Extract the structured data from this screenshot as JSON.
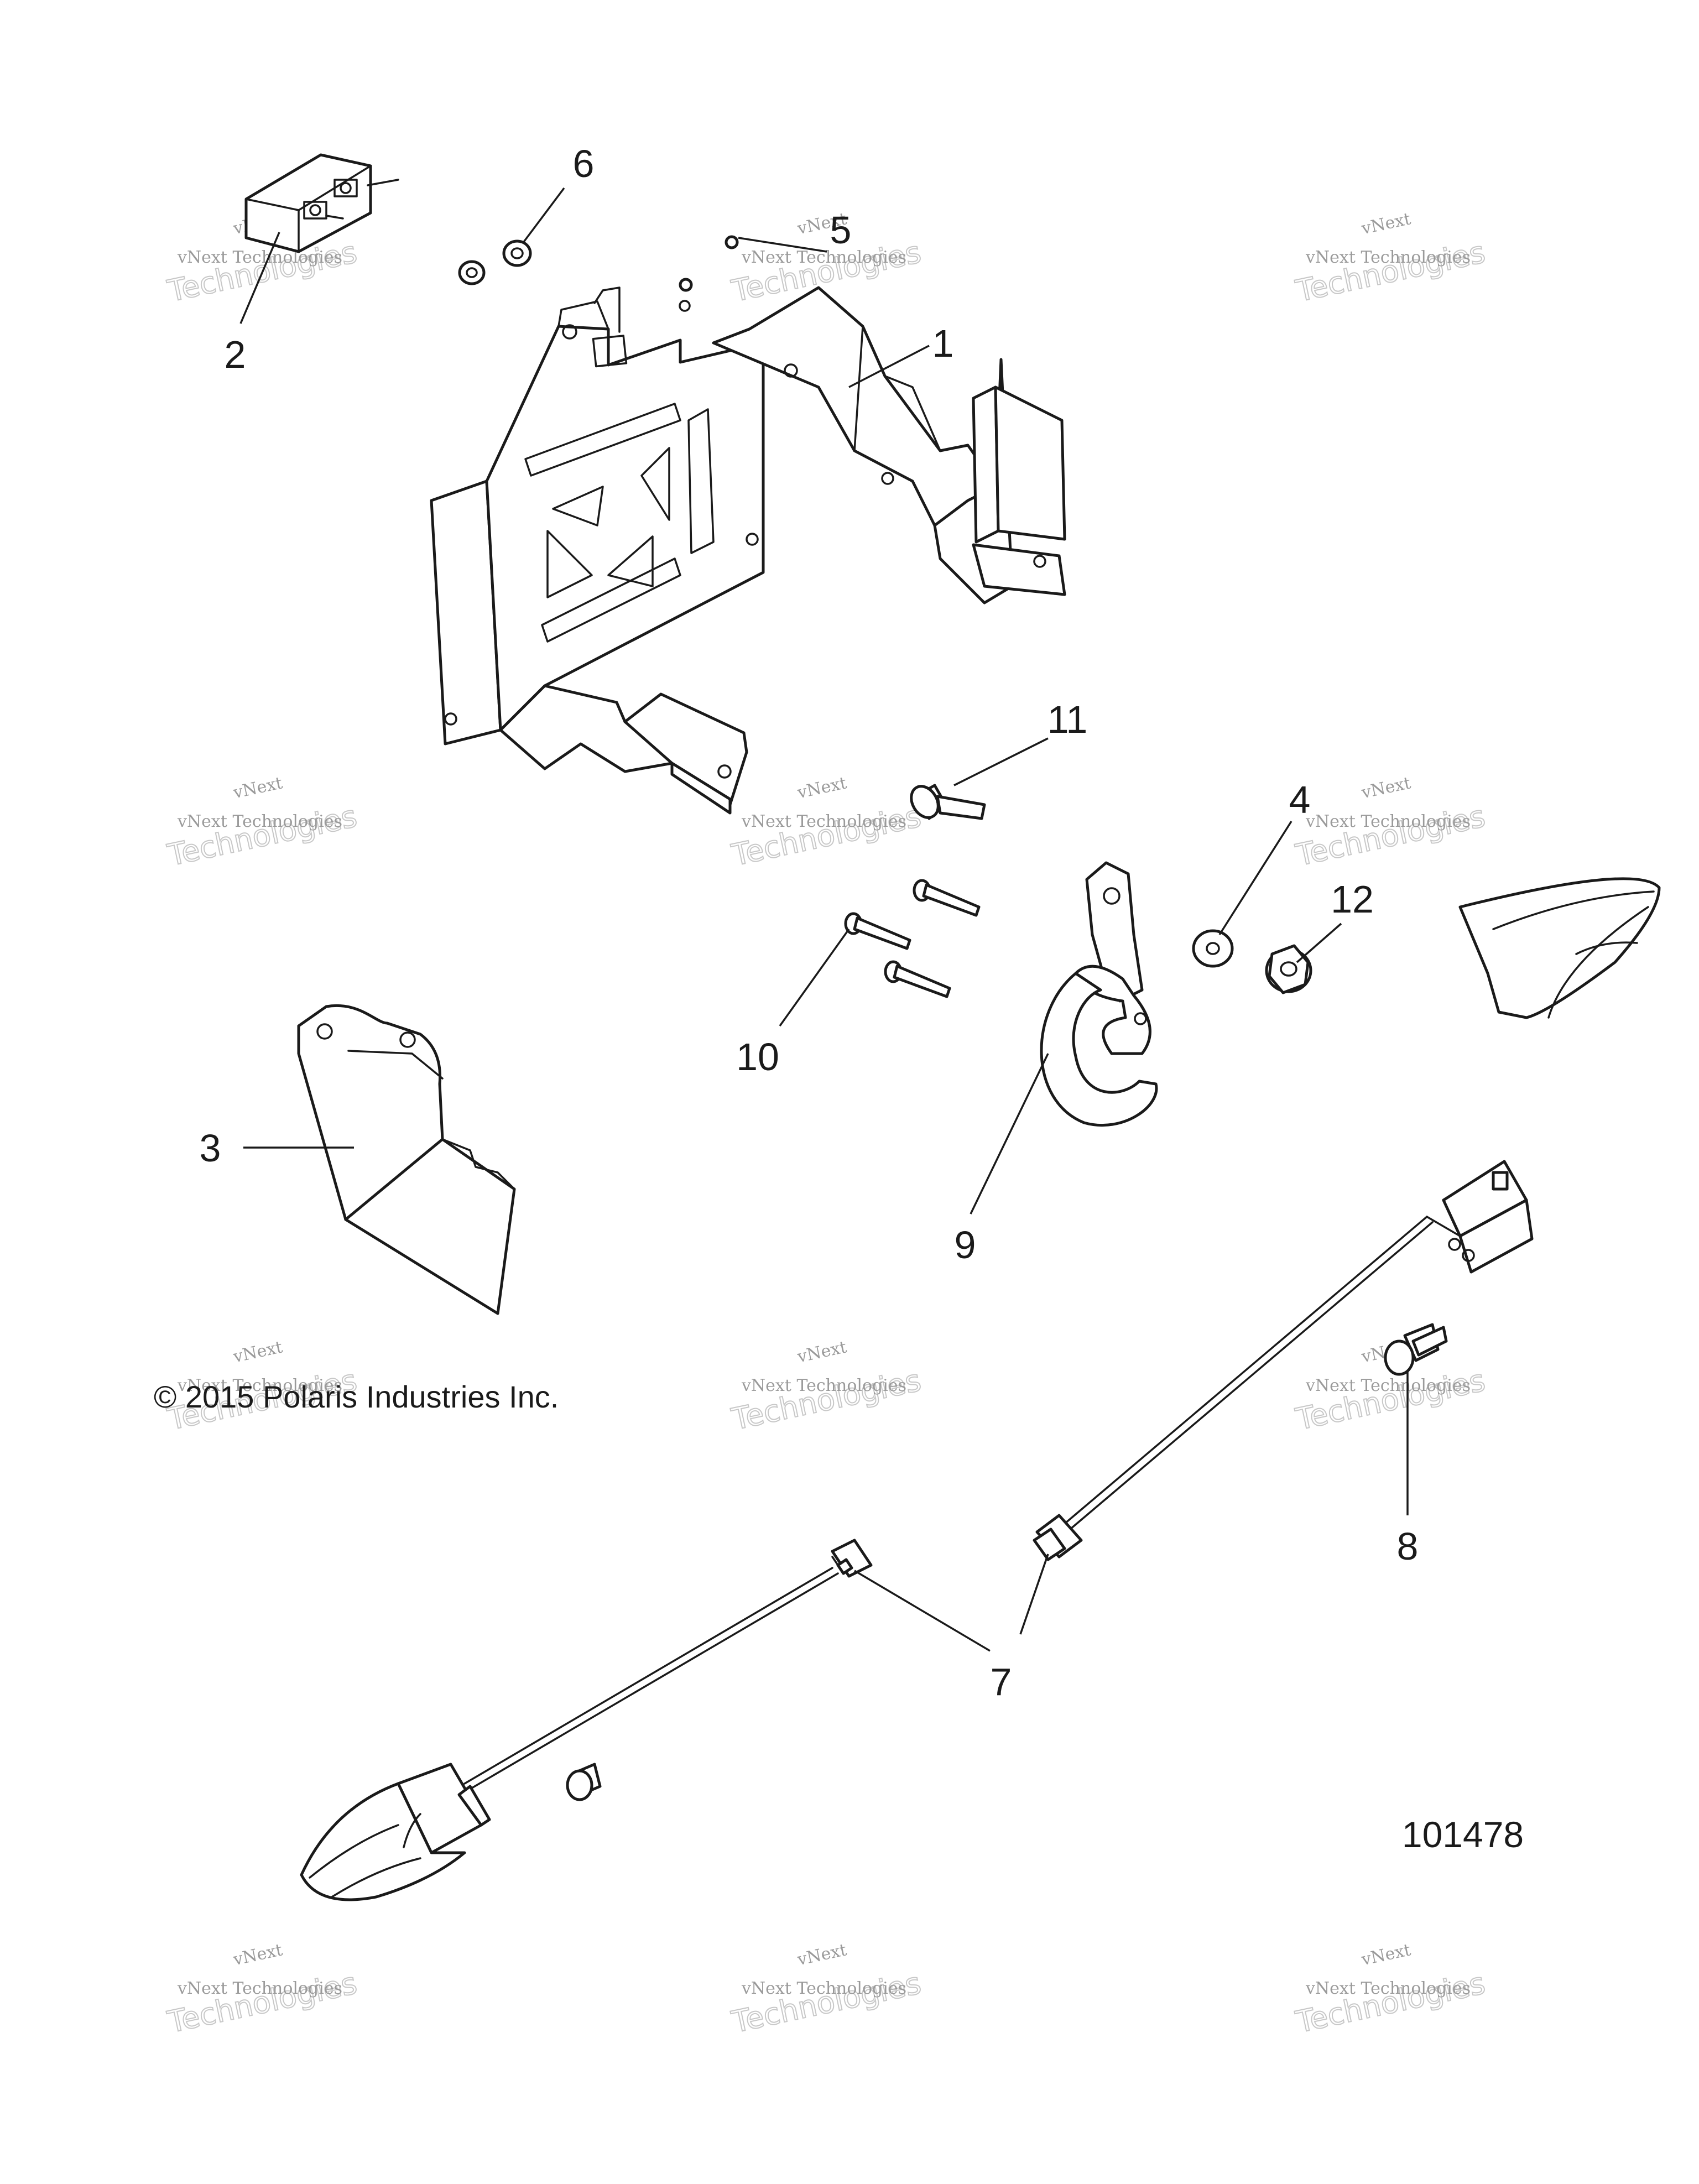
{
  "callouts": [
    "1",
    "2",
    "3",
    "4",
    "5",
    "6",
    "7",
    "7",
    "8",
    "9",
    "10",
    "11",
    "12"
  ],
  "copyright": "© 2015 Polaris Industries Inc.",
  "figure_number": "101478",
  "watermark": {
    "line1": "vNext",
    "line2": "Technologies",
    "line3": "vNext Technologies"
  }
}
